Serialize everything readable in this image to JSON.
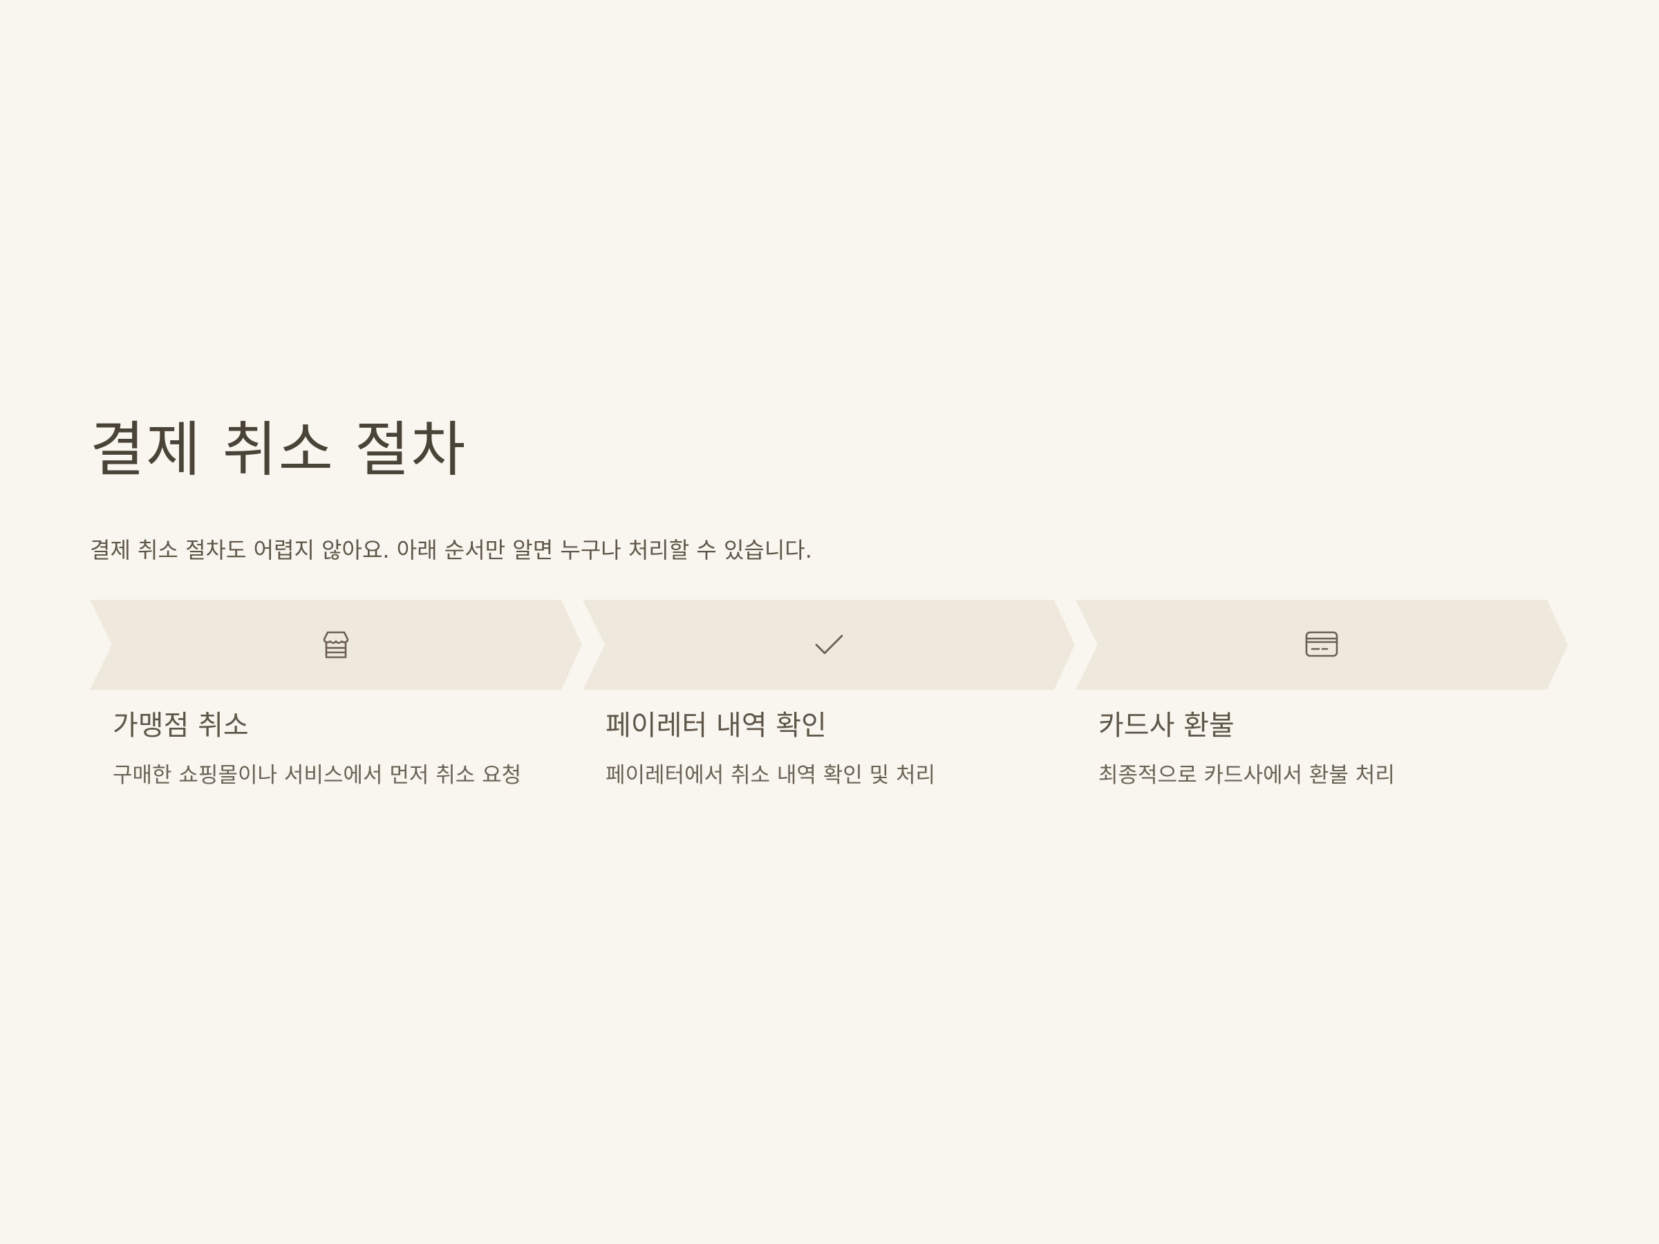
{
  "title": "결제 취소 절차",
  "subtitle": "결제 취소 절차도 어렵지 않아요. 아래 순서만 알면 누구나 처리할 수 있습니다.",
  "colors": {
    "background": "#f9f6f0",
    "chevron_fill": "#efe8dd",
    "icon_stroke": "#6a6052",
    "text_primary": "#4a4337"
  },
  "steps": [
    {
      "icon": "storefront-icon",
      "title": "가맹점 취소",
      "description": "구매한 쇼핑몰이나 서비스에서 먼저 취소 요청"
    },
    {
      "icon": "check-icon",
      "title": "페이레터 내역 확인",
      "description": "페이레터에서 취소 내역 확인 및 처리"
    },
    {
      "icon": "credit-card-icon",
      "title": "카드사 환불",
      "description": "최종적으로 카드사에서 환불 처리"
    }
  ]
}
